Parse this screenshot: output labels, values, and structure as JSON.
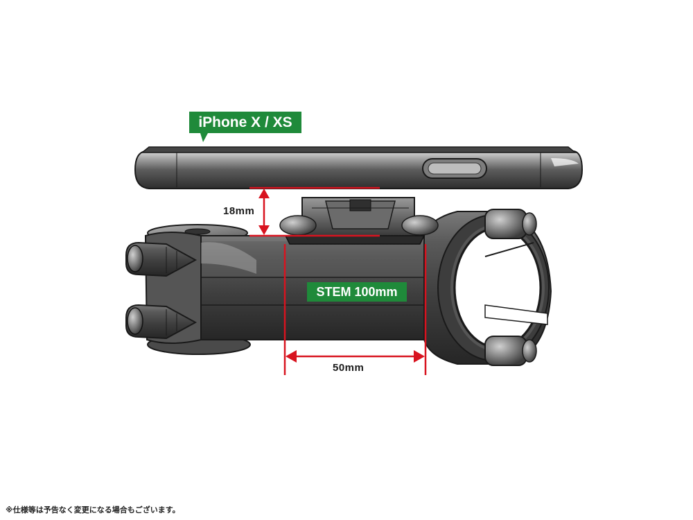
{
  "labels": {
    "phone_model": "iPhone X / XS",
    "stem_length": "STEM 100mm",
    "mount_height": "18mm",
    "mount_width": "50mm"
  },
  "footnote": "※仕様等は予告なく変更になる場合もございます。",
  "colors": {
    "badge_green": "#1f8a3a",
    "dimension_red": "#d8131f",
    "body_dark": "#3c3c3c",
    "body_light": "#8a8a8a"
  }
}
